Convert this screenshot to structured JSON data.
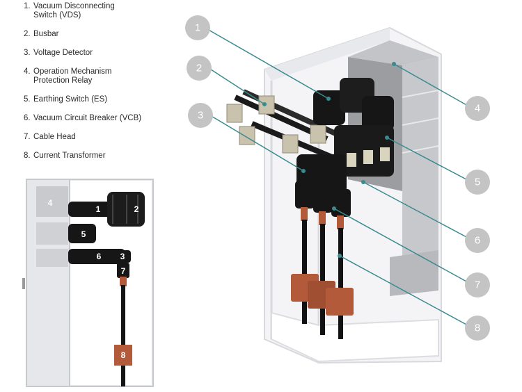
{
  "legend": [
    {
      "number": "1.",
      "label": "Vacuum Disconnecting\nSwitch (VDS)"
    },
    {
      "number": "2.",
      "label": "Busbar"
    },
    {
      "number": "3.",
      "label": "Voltage Detector"
    },
    {
      "number": "4.",
      "label": "Operation Mechanism\nProtection Relay"
    },
    {
      "number": "5.",
      "label": "Earthing Switch (ES)"
    },
    {
      "number": "6.",
      "label": "Vacuum Circuit Breaker (VCB)"
    },
    {
      "number": "7.",
      "label": "Cable Head"
    },
    {
      "number": "8.",
      "label": "Current Transformer"
    }
  ],
  "schematic_labels": [
    "4",
    "1",
    "2",
    "5",
    "6",
    "3",
    "7",
    "8"
  ],
  "callouts": [
    "1",
    "2",
    "3",
    "4",
    "5",
    "6",
    "7",
    "8"
  ],
  "colors": {
    "callout_circle": "#c4c4c4",
    "leader_line": "#3a8a8f",
    "cabinet_frame": "#dcdde0",
    "component_black": "#161616",
    "transformer_copper": "#b25a3a"
  }
}
